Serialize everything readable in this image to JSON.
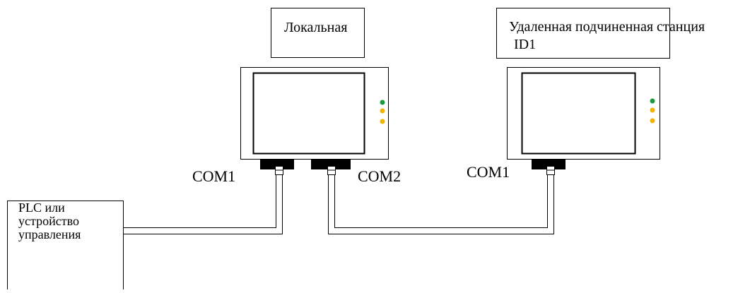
{
  "diagram": {
    "local_label": "Локальная",
    "remote_label_line1": "Удаленная подчиненная станция",
    "remote_label_line2": "ID1",
    "plc_label_line1": "PLC или",
    "plc_label_line2": "устройство",
    "plc_label_line3": "управления",
    "local_port_com1": "COM1",
    "local_port_com2": "COM2",
    "remote_port_com1": "COM1"
  },
  "colors": {
    "led_green": "#1a9a3c",
    "led_amber": "#f0b400",
    "line": "#000000"
  },
  "icons": {
    "hmi_panel": "hmi-panel-icon",
    "serial_connector": "serial-connector-icon",
    "status_led": "status-led-icon"
  }
}
